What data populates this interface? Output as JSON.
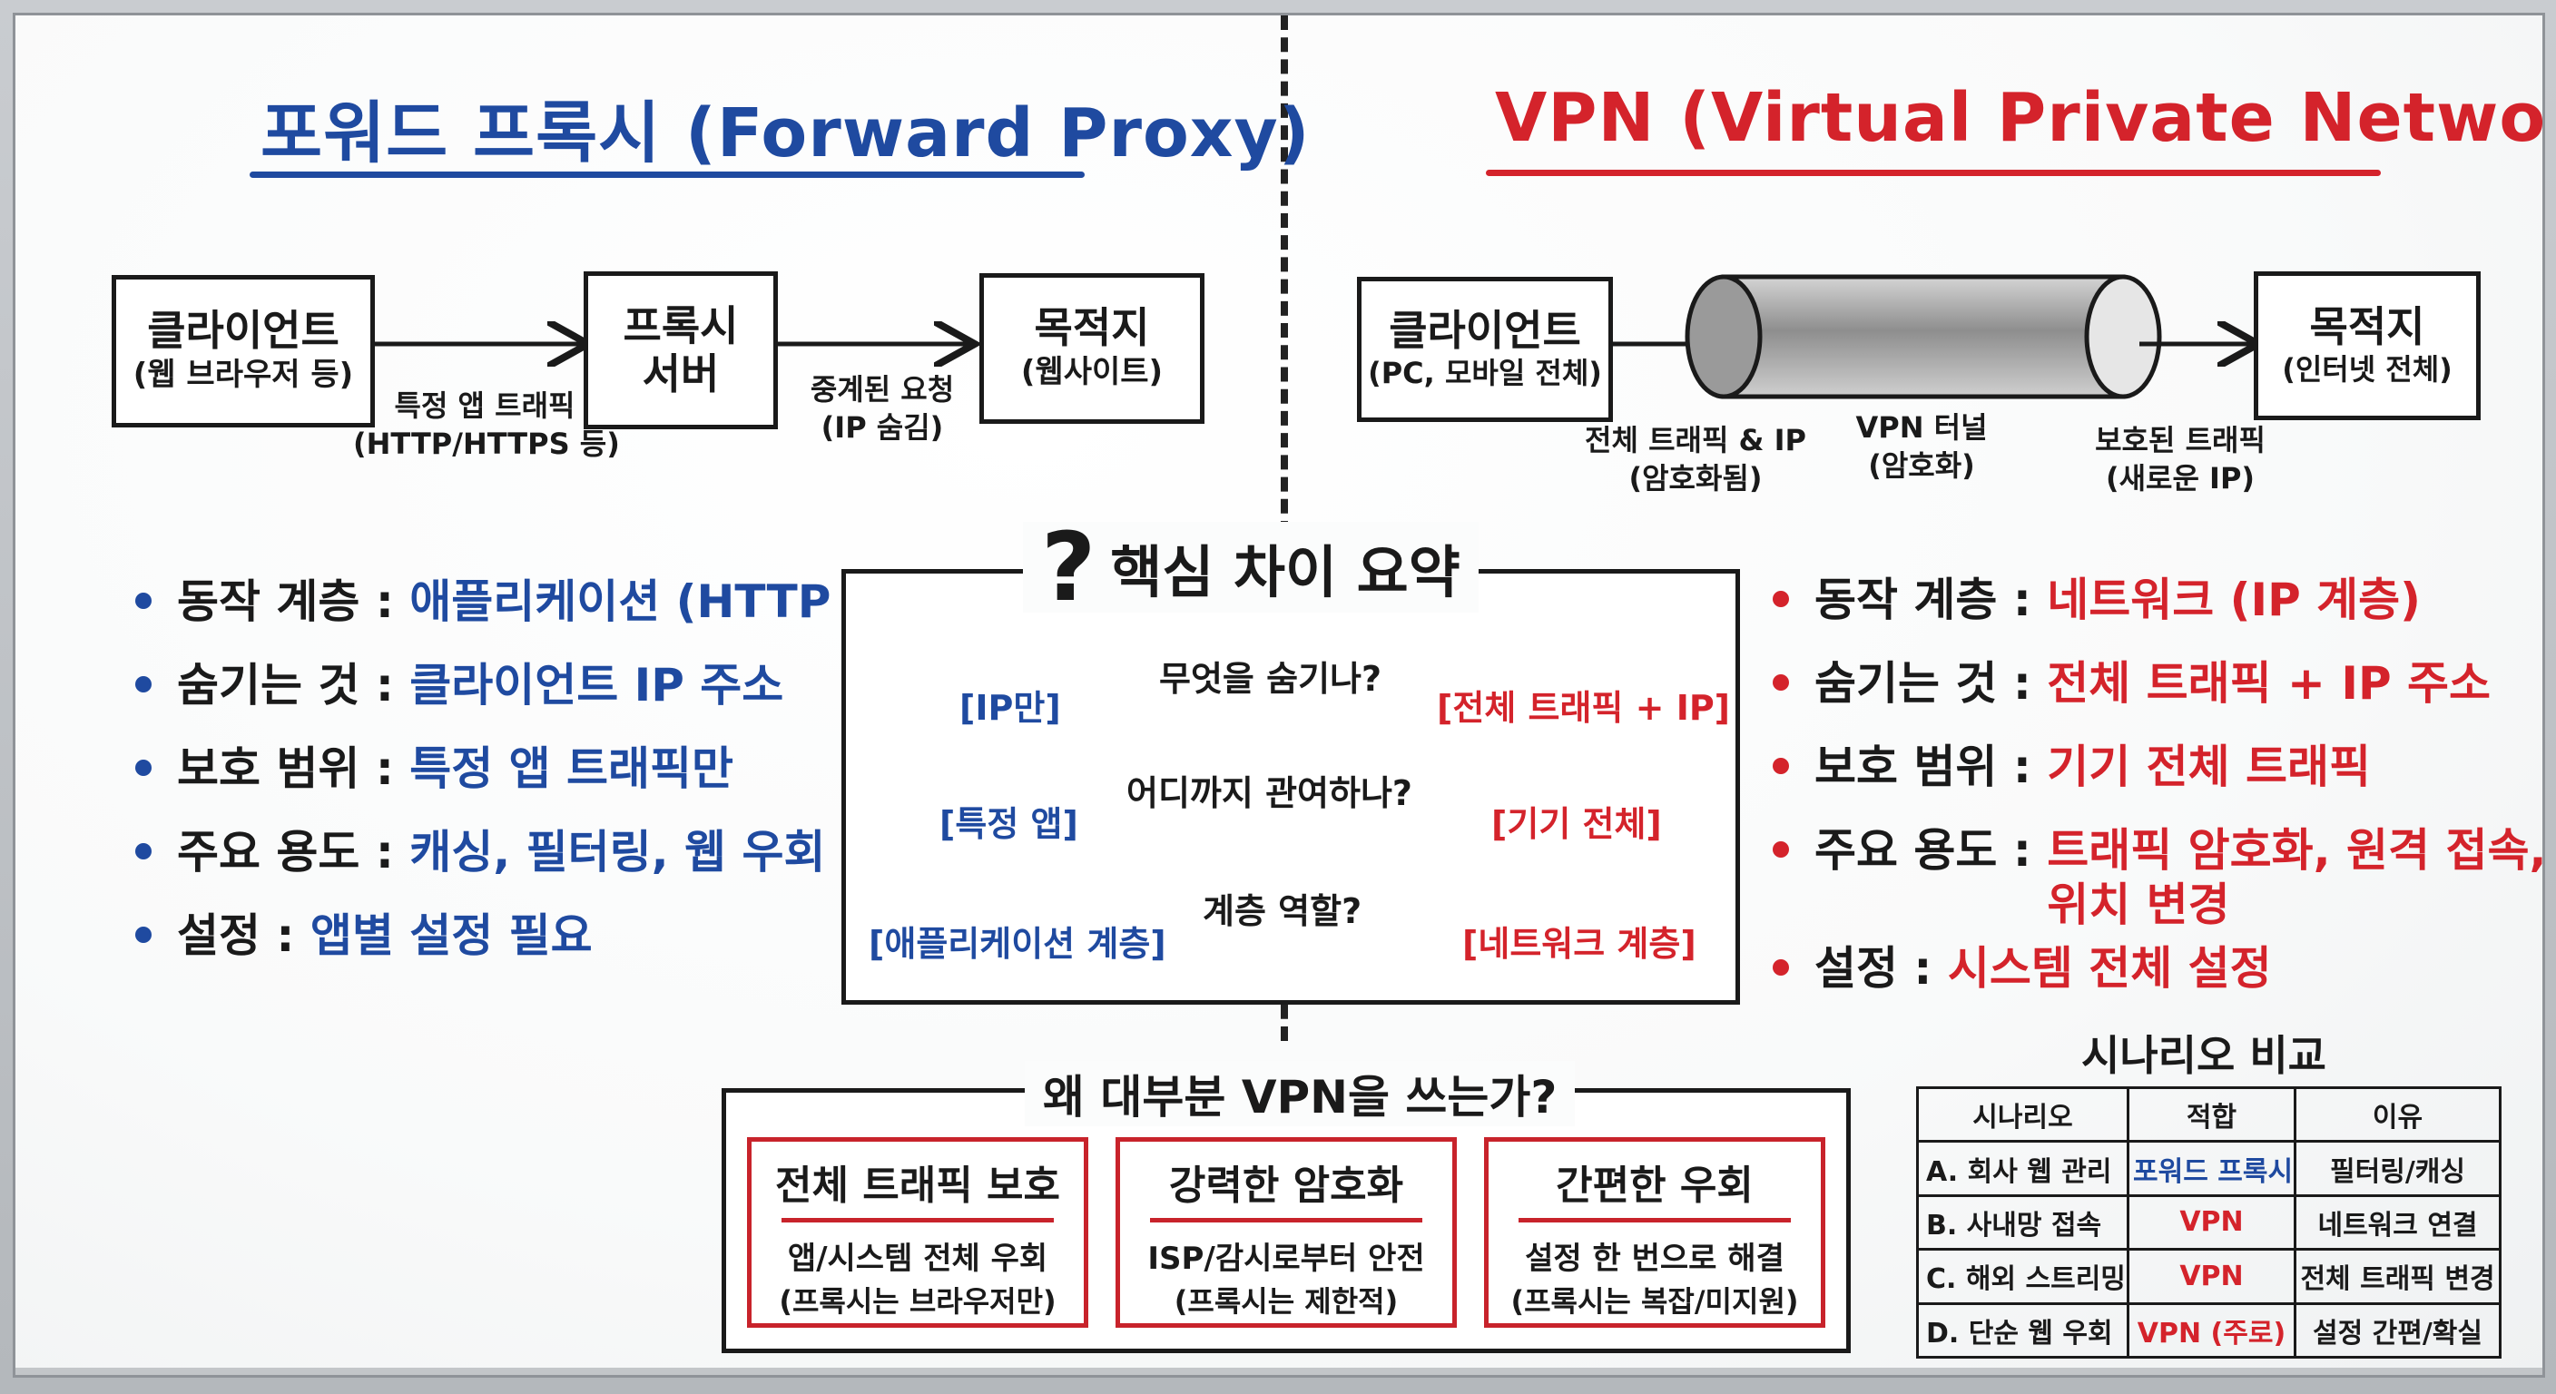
{
  "left": {
    "title": "포워드 프록시 (Forward Proxy)",
    "diagram": {
      "client": {
        "title": "클라이언트",
        "sub": "(웹 브라우저 등)"
      },
      "proxy": {
        "title_line1": "프록시",
        "title_line2": "서버"
      },
      "dest": {
        "title": "목적지",
        "sub": "(웹사이트)"
      },
      "arrow1_label_line1": "특정 앱 트래픽",
      "arrow1_label_line2": "(HTTP/HTTPS 등)",
      "arrow2_label_line1": "중계된 요청",
      "arrow2_label_line2": "(IP 숨김)"
    },
    "bullets": [
      {
        "key": "동작 계층 :",
        "value": "애플리케이션 (HTTP 등)"
      },
      {
        "key": "숨기는 것 :",
        "value": "클라이언트 IP 주소"
      },
      {
        "key": "보호 범위 :",
        "value": "특정 앱 트래픽만"
      },
      {
        "key": "주요 용도 :",
        "value": "캐싱, 필터링, 웹 우회"
      },
      {
        "key": "설정 :",
        "value": "앱별 설정 필요"
      }
    ]
  },
  "right": {
    "title": "VPN (Virtual Private Network)",
    "diagram": {
      "client": {
        "title": "클라이언트",
        "sub": "(PC, 모바일 전체)"
      },
      "dest": {
        "title": "목적지",
        "sub": "(인터넷 전체)"
      },
      "label1_line1": "전체 트래픽 & IP",
      "label1_line2": "(암호화됨)",
      "label2_line1": "VPN 터널",
      "label2_line2": "(암호화)",
      "label3_line1": "보호된 트래픽",
      "label3_line2": "(새로운 IP)"
    },
    "bullets": [
      {
        "key": "동작 계층 :",
        "value": "네트워크 (IP 계층)"
      },
      {
        "key": "숨기는 것 :",
        "value": "전체 트래픽 + IP 주소"
      },
      {
        "key": "보호 범위 :",
        "value": "기기 전체 트래픽"
      },
      {
        "key": "주요 용도 :",
        "value": "트래픽 암호화, 원격 접속,",
        "value2": "위치 변경"
      },
      {
        "key": "설정 :",
        "value": "시스템 전체 설정"
      }
    ]
  },
  "summary": {
    "icon": "?",
    "title": "핵심 차이 요약",
    "rows": [
      {
        "question": "무엇을 숨기나?",
        "left": "[IP만]",
        "right": "[전체 트래픽 + IP]"
      },
      {
        "question": "어디까지 관여하나?",
        "left": "[특정 앱]",
        "right": "[기기 전체]"
      },
      {
        "question": "계층 역할?",
        "left": "[애플리케이션 계층]",
        "right": "[네트워크 계층]"
      }
    ]
  },
  "why": {
    "title": "왜 대부분 VPN을 쓰는가?",
    "cards": [
      {
        "title": "전체 트래픽 보호",
        "line1": "앱/시스템 전체 우회",
        "line2": "(프록시는 브라우저만)"
      },
      {
        "title": "강력한 암호화",
        "line1": "ISP/감시로부터 안전",
        "line2": "(프록시는 제한적)"
      },
      {
        "title": "간편한 우회",
        "line1": "설정 한 번으로 해결",
        "line2": "(프록시는 복잡/미지원)"
      }
    ]
  },
  "scenario": {
    "title": "시나리오 비교",
    "headers": [
      "시나리오",
      "적합",
      "이유"
    ],
    "rows": [
      {
        "scenario": "A. 회사 웹 관리",
        "fit": "포워드 프록시",
        "fit_color": "blue",
        "reason": "필터링/캐싱"
      },
      {
        "scenario": "B. 사내망 접속",
        "fit": "VPN",
        "fit_color": "red",
        "reason": "네트워크 연결"
      },
      {
        "scenario": "C. 해외 스트리밍",
        "fit": "VPN",
        "fit_color": "red",
        "reason": "전체 트래픽 변경"
      },
      {
        "scenario": "D. 단순 웹 우회",
        "fit": "VPN (주로)",
        "fit_color": "red",
        "reason": "설정 간편/확실"
      }
    ]
  },
  "colors": {
    "proxy_accent": "#1f4aa0",
    "vpn_accent": "#d4232b",
    "ink": "#1a1a1a"
  }
}
